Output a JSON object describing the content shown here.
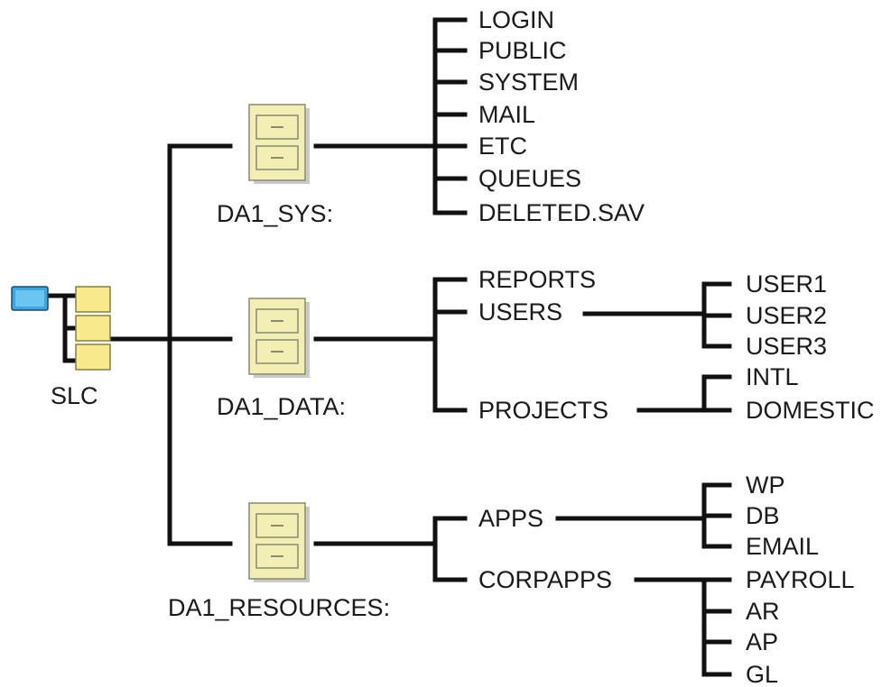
{
  "root": {
    "label": "SLC",
    "icon": "server-with-drives-icon"
  },
  "volumes": [
    {
      "label": "DA1_SYS:",
      "icon": "file-cabinet-icon",
      "folders": [
        {
          "label": "LOGIN"
        },
        {
          "label": "PUBLIC"
        },
        {
          "label": "SYSTEM"
        },
        {
          "label": "MAIL"
        },
        {
          "label": "ETC"
        },
        {
          "label": "QUEUES"
        },
        {
          "label": "DELETED.SAV"
        }
      ]
    },
    {
      "label": "DA1_DATA:",
      "icon": "file-cabinet-icon",
      "folders": [
        {
          "label": "REPORTS"
        },
        {
          "label": "USERS",
          "children": [
            "USER1",
            "USER2",
            "USER3"
          ]
        },
        {
          "label": "PROJECTS",
          "children": [
            "INTL",
            "DOMESTIC"
          ]
        }
      ]
    },
    {
      "label": "DA1_RESOURCES:",
      "icon": "file-cabinet-icon",
      "folders": [
        {
          "label": "APPS",
          "children": [
            "WP",
            "DB",
            "EMAIL"
          ]
        },
        {
          "label": "CORPAPPS",
          "children": [
            "PAYROLL",
            "AR",
            "AP",
            "GL"
          ]
        }
      ]
    }
  ],
  "colors": {
    "line": "#111111",
    "text": "#1a1a1a",
    "cabinet": "#f3eeb4",
    "cabinet_shadow": "#c9c9c9",
    "monitor": "#3ba7e0",
    "drive": "#f7e98c"
  }
}
